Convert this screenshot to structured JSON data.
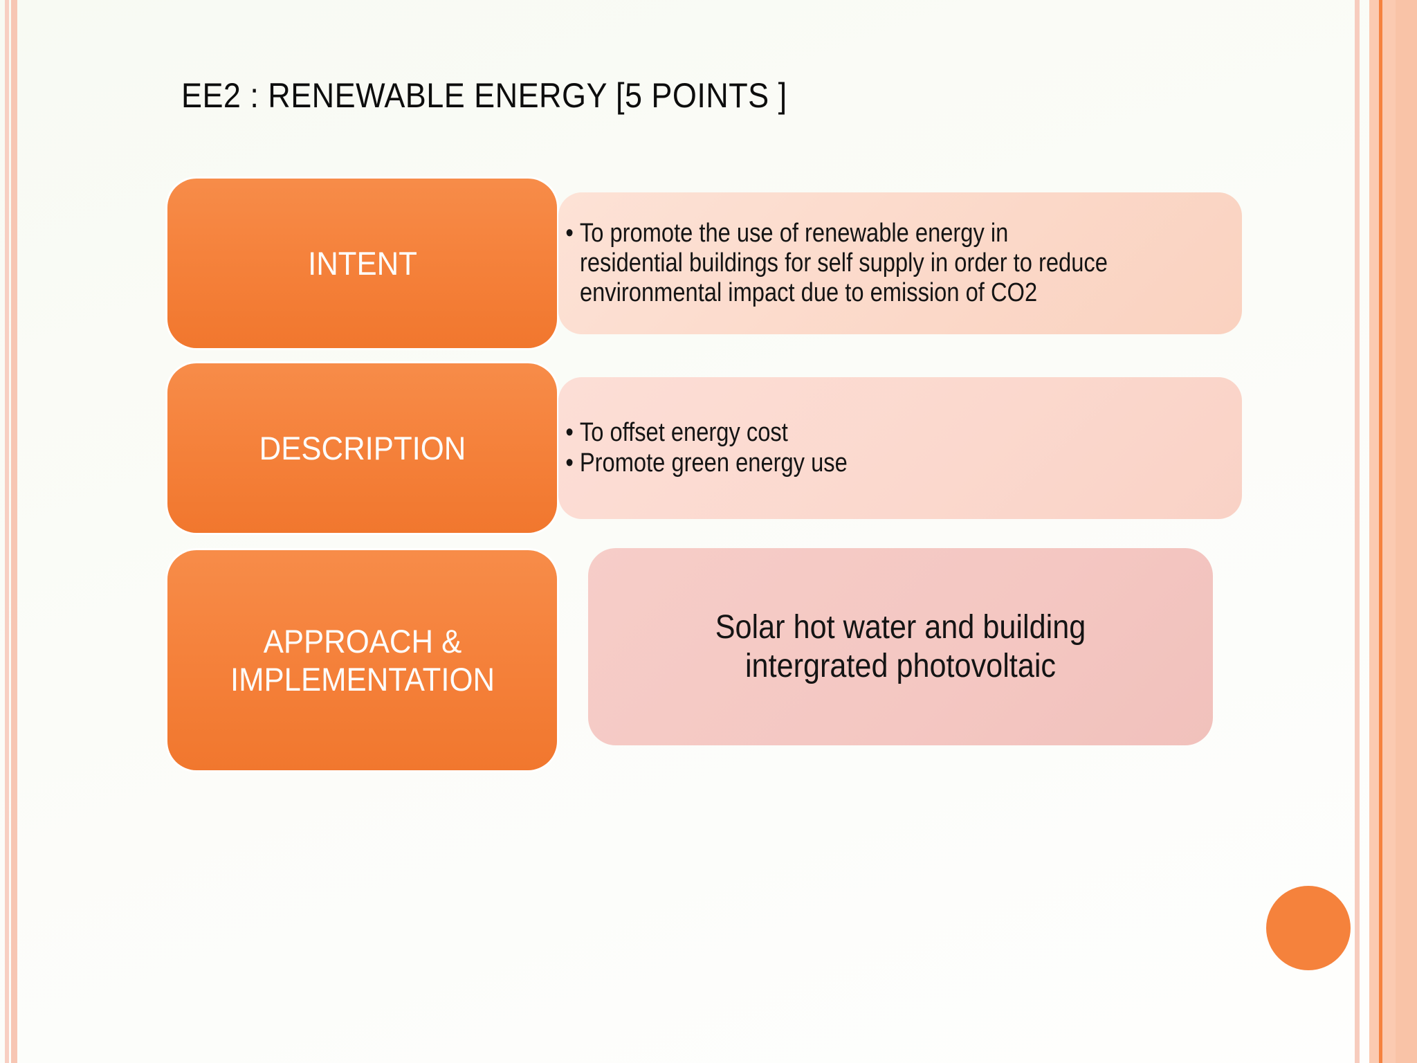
{
  "slide": {
    "title": "EE2 : RENEWABLE ENERGY [5 POINTS ]",
    "rows": [
      {
        "label": "INTENT",
        "bullets": [
          "To promote the use of renewable energy in\nresidential buildings for self supply in order to reduce\nenvironmental impact due to emission of CO2"
        ]
      },
      {
        "label": "DESCRIPTION",
        "bullets": [
          "To offset energy cost",
          "Promote green energy use"
        ]
      },
      {
        "label": "APPROACH & IMPLEMENTATION",
        "content": "Solar hot water and building\nintergrated photovoltaic"
      }
    ],
    "colors": {
      "label_box_orange": "#F5823C",
      "label_text": "#FDFDFC",
      "row1_content_pink": "#FBD8C8",
      "row2_content_pink": "#FBD8CD",
      "row3_content_pink": "#F4C7C2",
      "accent_circle_orange": "#F5823C",
      "border_stripe_pink": "#F7C6B3",
      "border_band_pink": "#FBCAB1",
      "border_band_line_orange": "#F5823F",
      "title_text": "#0D0D0D",
      "body_text": "#141414"
    }
  }
}
